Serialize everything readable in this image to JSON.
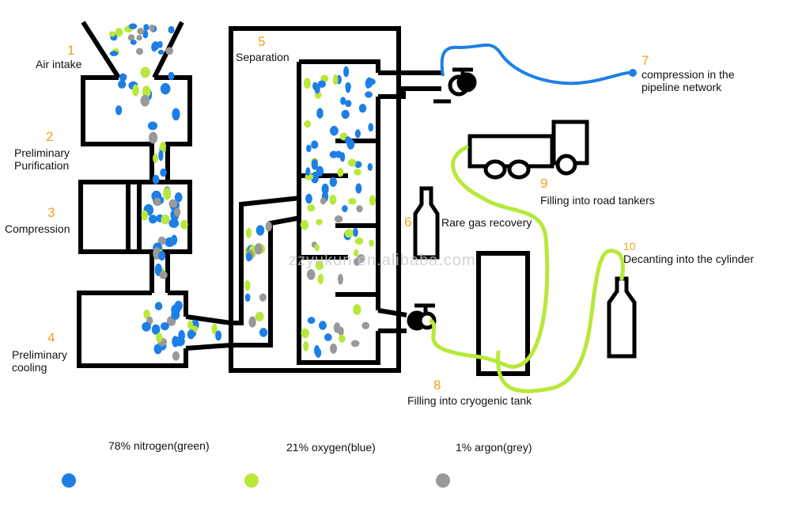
{
  "steps": [
    {
      "num": "1",
      "label": "Air intake"
    },
    {
      "num": "2",
      "label": "Preliminary Purification"
    },
    {
      "num": "3",
      "label": "Compression"
    },
    {
      "num": "4",
      "label": "Preliminary cooling"
    },
    {
      "num": "5",
      "label": "Separation"
    },
    {
      "num": "6",
      "label": "Rare gas recovery"
    },
    {
      "num": "7",
      "label": "compression in the pipeline network"
    },
    {
      "num": "8",
      "label": "Filling into cryogenic tank"
    },
    {
      "num": "9",
      "label": "Filling into road tankers"
    },
    {
      "num": "10",
      "label": "Decanting into the cylinder"
    }
  ],
  "legend": [
    {
      "label": "78% nitrogen(green)",
      "swatch": "#1d7fe6"
    },
    {
      "label": "21% oxygen(blue)",
      "swatch": "#b8e83a"
    },
    {
      "label": "1% argon(grey)",
      "swatch": "#999999"
    }
  ],
  "watermark": "zzyukun.en.alibaba.com",
  "colors": {
    "oxygen_dots": "#1d7fe6",
    "nitrogen_dots": "#b8e83a",
    "argon_dots": "#999999",
    "numbers": "#f0a21c",
    "outline": "#000000",
    "pipeline": "#1d7fe6",
    "liquid_line": "#b8e83a"
  }
}
